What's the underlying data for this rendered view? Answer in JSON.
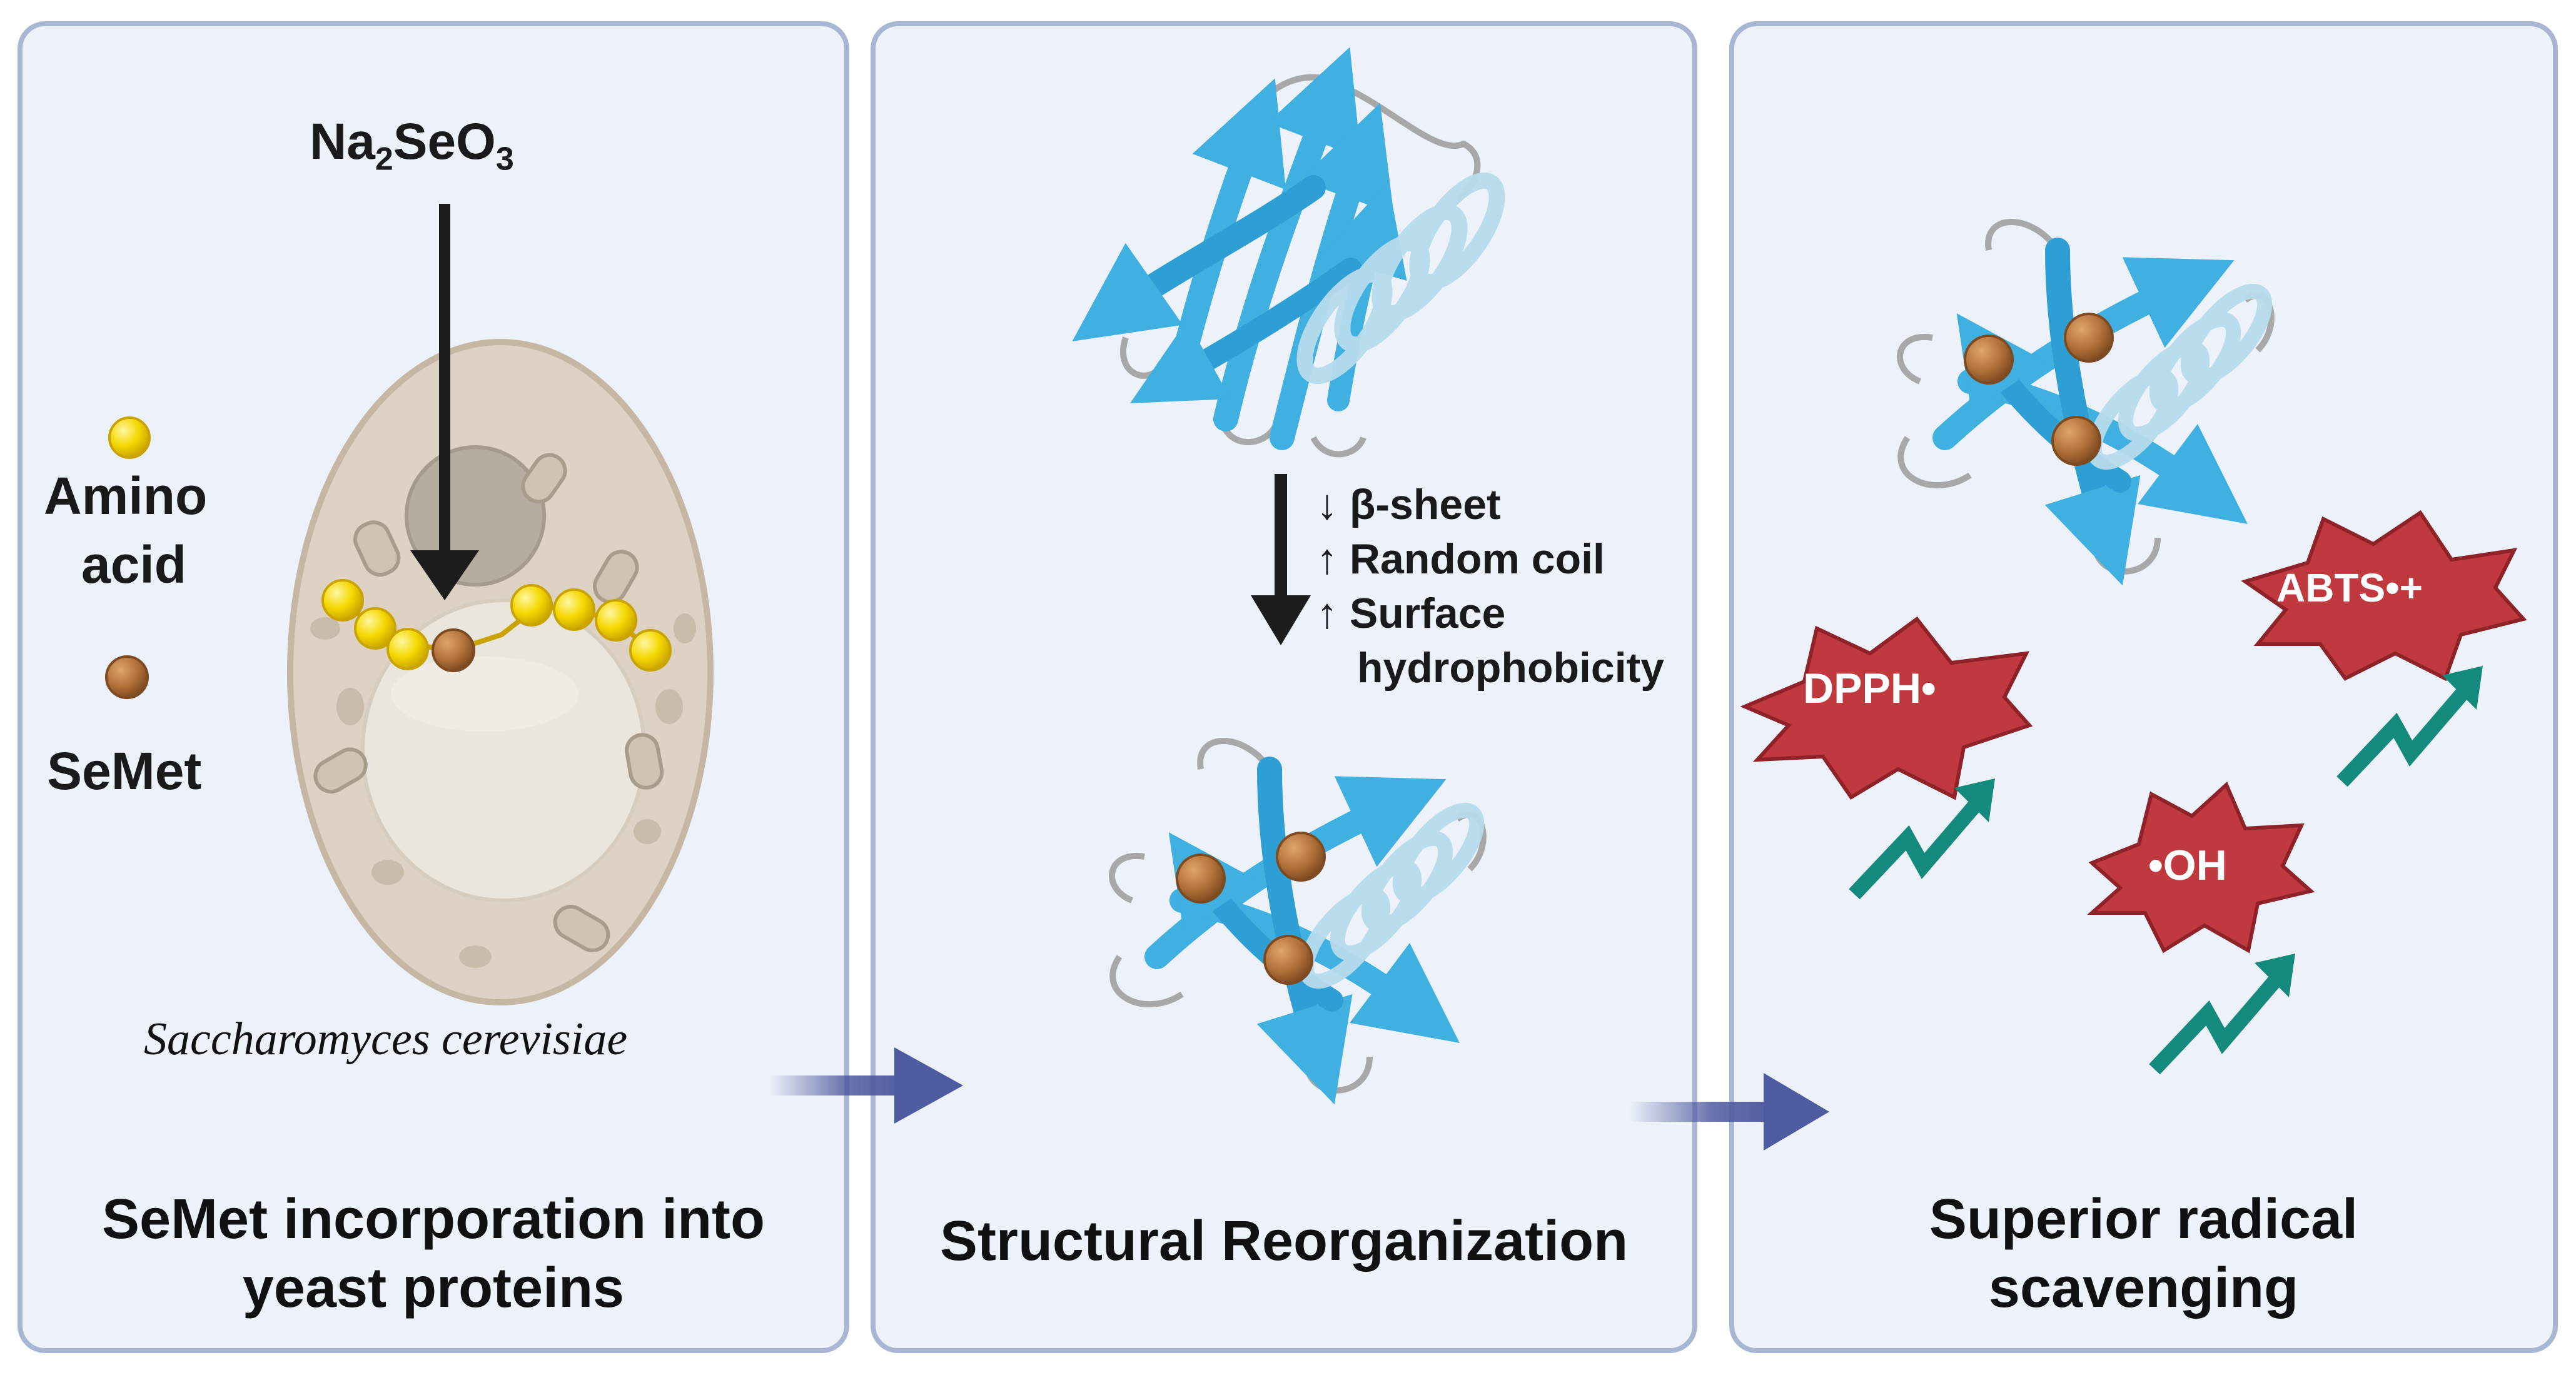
{
  "panels": [
    {
      "caption_line1": "SeMet incorporation into",
      "caption_line2": "yeast proteins",
      "reagent_main": "Na",
      "reagent_sub1": "2",
      "reagent_mid": "SeO",
      "reagent_sub2": "3",
      "legend_amino_line1": "Amino",
      "legend_amino_line2": "acid",
      "legend_semet": "SeMet",
      "species": "Saccharomyces cerevisiae"
    },
    {
      "caption": "Structural Reorganization",
      "changes": [
        {
          "arrow": "↓",
          "text": "β-sheet"
        },
        {
          "arrow": "↑",
          "text": "Random coil"
        },
        {
          "arrow": "↑",
          "text": "Surface"
        },
        {
          "arrow": "",
          "text": "hydrophobicity"
        }
      ]
    },
    {
      "caption_line1": "Superior radical",
      "caption_line2": "scavenging",
      "radicals": [
        "DPPH•",
        "ABTS•+",
        "•OH"
      ]
    }
  ],
  "colors": {
    "panel_bg": "#edf2fa",
    "panel_border": "#a9b6d3",
    "protein_blue": "#3fb0e0",
    "helix_blue": "#b7dcec",
    "amino_yellow": "#f5d800",
    "semet_brown": "#b0703a",
    "cell_beige": "#ddd2c3",
    "radical_red": "#c0393e",
    "trend_teal": "#138a7c",
    "flow_arrow": "#4f5b9f"
  }
}
